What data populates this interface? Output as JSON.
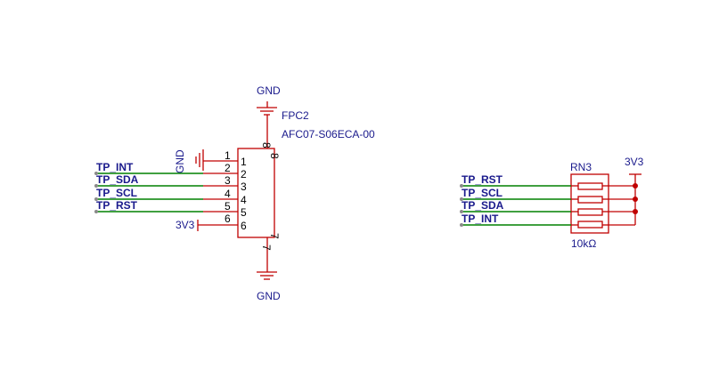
{
  "connector": {
    "designator": "FPC2",
    "part_number": "AFC07-S06ECA-00",
    "pins": [
      {
        "num": "1",
        "net": "GND"
      },
      {
        "num": "2",
        "net": "TP_INT"
      },
      {
        "num": "3",
        "net": "TP_SDA"
      },
      {
        "num": "4",
        "net": "TP_SCL"
      },
      {
        "num": "5",
        "net": "TP_RST"
      },
      {
        "num": "6",
        "net": "3V3"
      },
      {
        "num": "7",
        "net": "GND"
      },
      {
        "num": "8",
        "net": "GND"
      }
    ],
    "left_nets": [
      "TP_INT",
      "TP_SDA",
      "TP_SCL",
      "TP_RST"
    ],
    "gnd_labels": {
      "top": "GND",
      "side": "GND",
      "bottom": "GND"
    },
    "power_label": "3V3"
  },
  "resistor_network": {
    "designator": "RN3",
    "value": "10kΩ",
    "power_label": "3V3",
    "nets": [
      "TP_RST",
      "TP_SCL",
      "TP_SDA",
      "TP_INT"
    ]
  },
  "colors": {
    "wire": "#008000",
    "component": "#c00000",
    "label": "#1a1a8c"
  }
}
